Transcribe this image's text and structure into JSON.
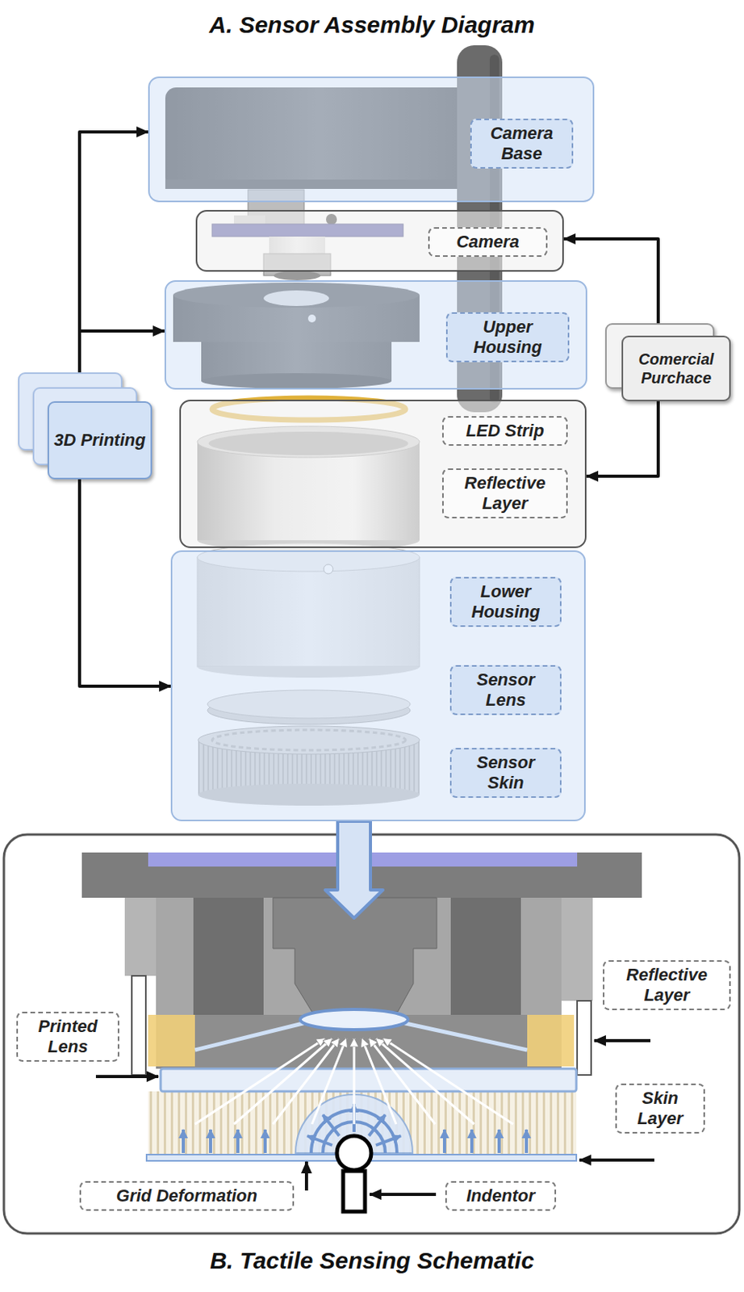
{
  "diagram": {
    "title": "A. Sensor Assembly Diagram",
    "caption": "B. Tactile Sensing Schematic",
    "nodes": [
      {
        "text": [
          "Camera Base"
        ]
      },
      {
        "text": [
          "Camera"
        ]
      },
      {
        "text": [
          "Upper Housing"
        ]
      },
      {
        "text": [
          "LED Strip",
          "Reflective Layer"
        ]
      },
      {
        "text": [
          "Lower Housing",
          "Sensor Lens",
          "Sensor Skin"
        ]
      },
      {
        "text": [
          "3D Printing"
        ]
      },
      {
        "text": [
          "Comercial Purchace"
        ]
      },
      {
        "text": [
          "Reflective Layer"
        ]
      },
      {
        "text": [
          "Printed Lens"
        ]
      },
      {
        "text": [
          "Skin Layer"
        ]
      },
      {
        "text": [
          "Grid Deformation"
        ]
      },
      {
        "text": [
          "Indentor"
        ]
      }
    ],
    "edges": [
      {
        "from": 5,
        "to": 0,
        "arrow": "to"
      },
      {
        "from": 5,
        "to": 2,
        "arrow": "to"
      },
      {
        "from": 5,
        "to": 4,
        "arrow": "to"
      },
      {
        "from": 6,
        "to": 1,
        "arrow": "to"
      },
      {
        "from": 6,
        "to": 3,
        "arrow": "to"
      }
    ]
  }
}
